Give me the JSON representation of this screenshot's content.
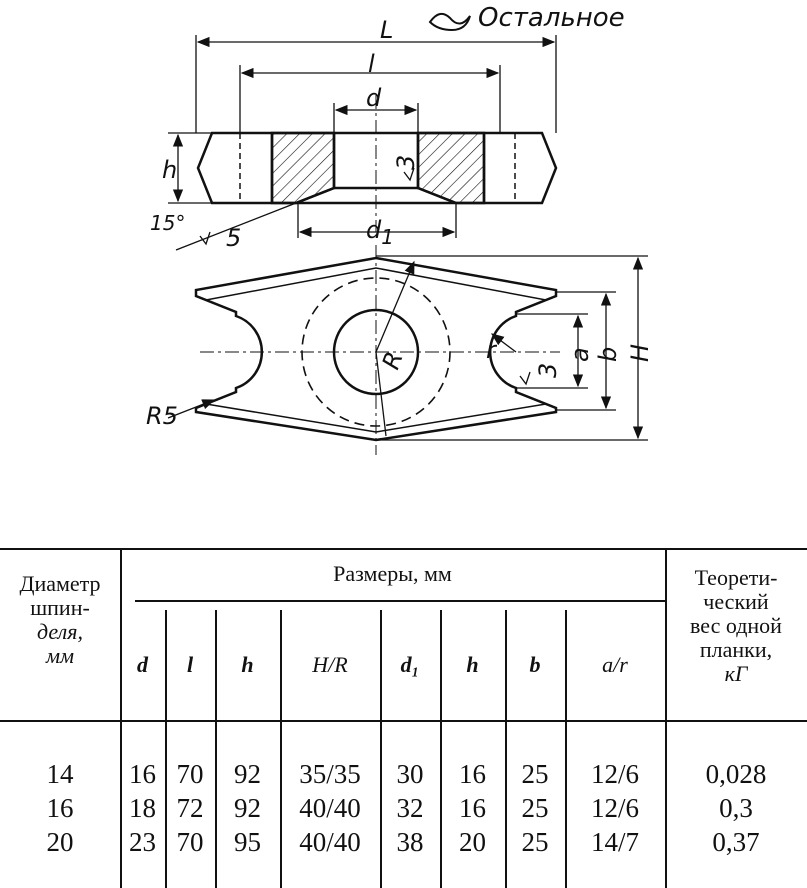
{
  "drawing": {
    "surface_note": "Остальное",
    "labels": {
      "L": "L",
      "l": "l",
      "d": "d",
      "h": "h",
      "d1": "d",
      "d1_sub": "1",
      "angle": "15°",
      "roughness_5": "5",
      "roughness_3_top": "3",
      "R5": "R5",
      "R": "R",
      "r": "r",
      "roughness_3_bottom": "3",
      "a": "a",
      "b": "b",
      "H": "H"
    }
  },
  "table": {
    "col0_header_lines": [
      "Диаметр",
      "шпин-",
      "деля,",
      "мм"
    ],
    "group_header": "Размеры, мм",
    "last_header_lines": [
      "Теорети-",
      "ческий",
      "вес одной",
      "планки,",
      "кГ"
    ],
    "columns": [
      "d",
      "l",
      "h",
      "H/R",
      "d₁",
      "h",
      "b",
      "a/r"
    ],
    "rows": [
      {
        "spindle": "14",
        "d": "16",
        "l": "70",
        "h": "92",
        "HR": "35/35",
        "d1": "30",
        "h2": "16",
        "b": "25",
        "ar": "12/6",
        "weight": "0,028"
      },
      {
        "spindle": "16",
        "d": "18",
        "l": "72",
        "h": "92",
        "HR": "40/40",
        "d1": "32",
        "h2": "16",
        "b": "25",
        "ar": "12/6",
        "weight": "0,3"
      },
      {
        "spindle": "20",
        "d": "23",
        "l": "70",
        "h": "95",
        "HR": "40/40",
        "d1": "38",
        "h2": "20",
        "b": "25",
        "ar": "14/7",
        "weight": "0,37"
      }
    ]
  }
}
